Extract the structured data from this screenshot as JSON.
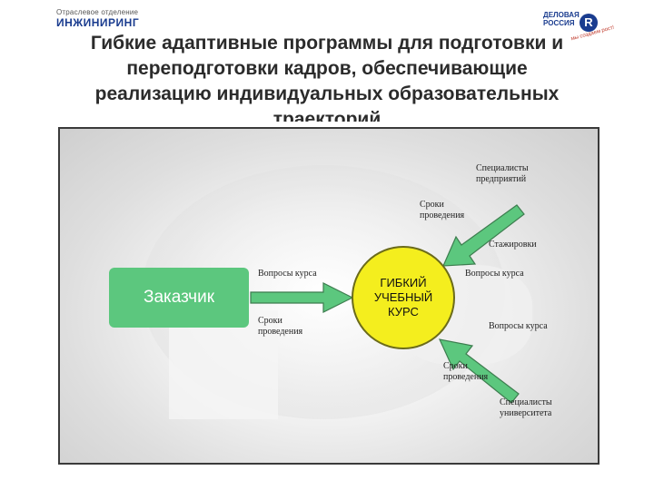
{
  "header": {
    "logo_left_sub": "Отраслевое отделение",
    "logo_left_main": "ИНЖИНИРИНГ",
    "logo_right_line1": "ДЕЛОВАЯ",
    "logo_right_line2": "РОССИЯ",
    "logo_right_badge": "R",
    "logo_right_tag": "мы создаем рост!"
  },
  "title_lines": [
    "Гибкие адаптивные программы для подготовки и",
    "переподготовки кадров, обеспечивающие",
    "реализацию индивидуальных образовательных",
    "траекторий"
  ],
  "diagram": {
    "customer": "Заказчик",
    "course_lines": [
      "ГИБКИЙ",
      "УЧЕБНЫЙ",
      "КУРС"
    ],
    "labels": {
      "enterprise_specialists": [
        "Специалисты",
        "предприятий"
      ],
      "dates_top": [
        "Сроки",
        "проведения"
      ],
      "internships": "Стажировки",
      "course_questions_left": "Вопросы курса",
      "dates_left": [
        "Сроки",
        "проведения"
      ],
      "course_questions_right": "Вопросы курса",
      "course_questions_bottom": "Вопросы курса",
      "dates_bottom": [
        "Сроки",
        "проведения"
      ],
      "university_specialists": [
        "Специалисты",
        "университета"
      ]
    },
    "colors": {
      "customer_box": "#5cc77e",
      "course_circle": "#f4ee1e",
      "arrow": "#5cc77e"
    }
  }
}
